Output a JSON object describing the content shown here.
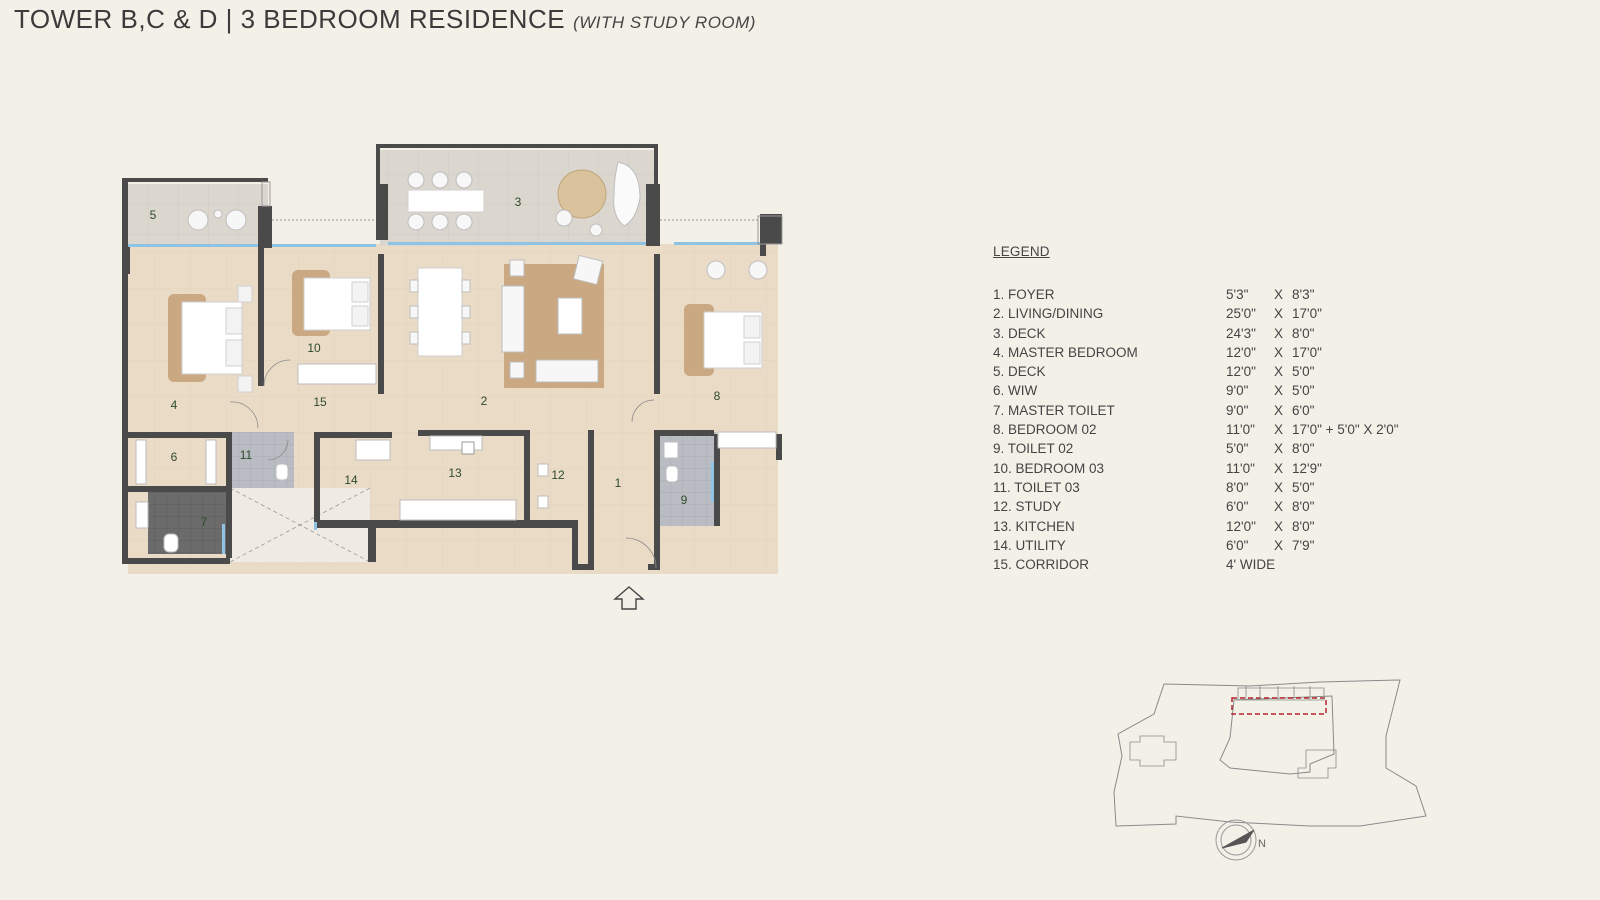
{
  "header": {
    "title": "TOWER B,C & D | 3 BEDROOM RESIDENCE",
    "subtitle": "(WITH STUDY ROOM)"
  },
  "plan": {
    "room_numbers": [
      "1",
      "2",
      "3",
      "4",
      "5",
      "6",
      "7",
      "8",
      "9",
      "10",
      "11",
      "12",
      "13",
      "14",
      "15"
    ]
  },
  "legend": {
    "title": "LEGEND",
    "rooms": [
      {
        "name": "1. FOYER",
        "dim_a": "5'3\"",
        "sep": "X",
        "dim_b": "8'3\""
      },
      {
        "name": "2. LIVING/DINING",
        "dim_a": "25'0\"",
        "sep": "X",
        "dim_b": "17'0\""
      },
      {
        "name": "3. DECK",
        "dim_a": "24'3\"",
        "sep": "X",
        "dim_b": "8'0\""
      },
      {
        "name": "4. MASTER BEDROOM",
        "dim_a": "12'0\"",
        "sep": "X",
        "dim_b": "17'0\""
      },
      {
        "name": "5. DECK",
        "dim_a": "12'0\"",
        "sep": "X",
        "dim_b": "5'0\""
      },
      {
        "name": "6. WIW",
        "dim_a": "9'0\"",
        "sep": "X",
        "dim_b": "5'0\""
      },
      {
        "name": "7. MASTER TOILET",
        "dim_a": "9'0\"",
        "sep": "X",
        "dim_b": "6'0\""
      },
      {
        "name": "8. BEDROOM 02",
        "dim_a": "11'0\"",
        "sep": "X",
        "dim_b": "17'0\" + 5'0\" X 2'0\""
      },
      {
        "name": "9. TOILET 02",
        "dim_a": "5'0\"",
        "sep": "X",
        "dim_b": "8'0\""
      },
      {
        "name": "10. BEDROOM 03",
        "dim_a": "11'0\"",
        "sep": "X",
        "dim_b": "12'9\""
      },
      {
        "name": "11. TOILET 03",
        "dim_a": "8'0\"",
        "sep": "X",
        "dim_b": "5'0\""
      },
      {
        "name": "12. STUDY",
        "dim_a": "6'0\"",
        "sep": "X",
        "dim_b": "8'0\""
      },
      {
        "name": "13. KITCHEN",
        "dim_a": "12'0\"",
        "sep": "X",
        "dim_b": "8'0\""
      },
      {
        "name": "14. UTILITY",
        "dim_a": "6'0\"",
        "sep": "X",
        "dim_b": "7'9\""
      },
      {
        "name": "15. CORRIDOR",
        "dim_a": "4' WIDE",
        "sep": "",
        "dim_b": ""
      }
    ]
  },
  "keyplan": {
    "compass_label": "N"
  },
  "colors": {
    "background": "#f3f0e8",
    "wall": "#4a4a4a",
    "floor": "#eadbc7",
    "deck": "#ddd8cf",
    "glass": "#8fc3e6",
    "rug": "#c9a882",
    "highlight": "#b3262b"
  }
}
